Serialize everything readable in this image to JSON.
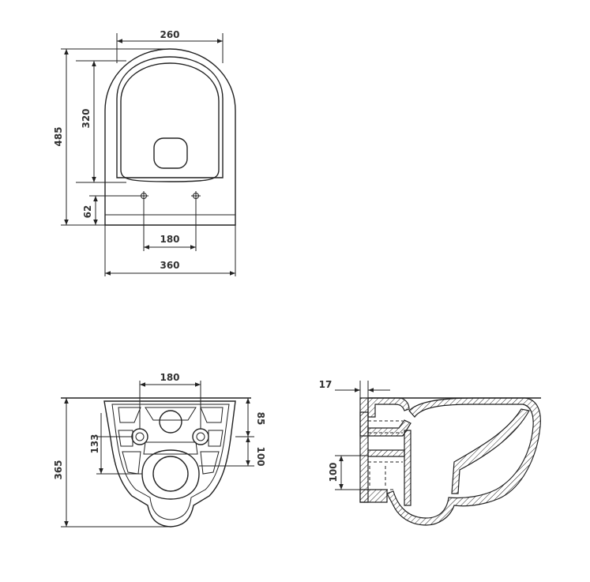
{
  "top_view": {
    "dim_seat_width": "260",
    "dim_total_length": "485",
    "dim_inner_length": "320",
    "dim_hole_offset": "62",
    "dim_hole_spacing": "180",
    "dim_total_width": "360"
  },
  "rear_view": {
    "dim_bolt_spacing": "180",
    "dim_total_height": "365",
    "dim_bolt_height": "133",
    "dim_top_offset": "85",
    "dim_outlet_offset": "100"
  },
  "side_view": {
    "dim_wall_thickness": "17",
    "dim_outlet_height": "100"
  }
}
